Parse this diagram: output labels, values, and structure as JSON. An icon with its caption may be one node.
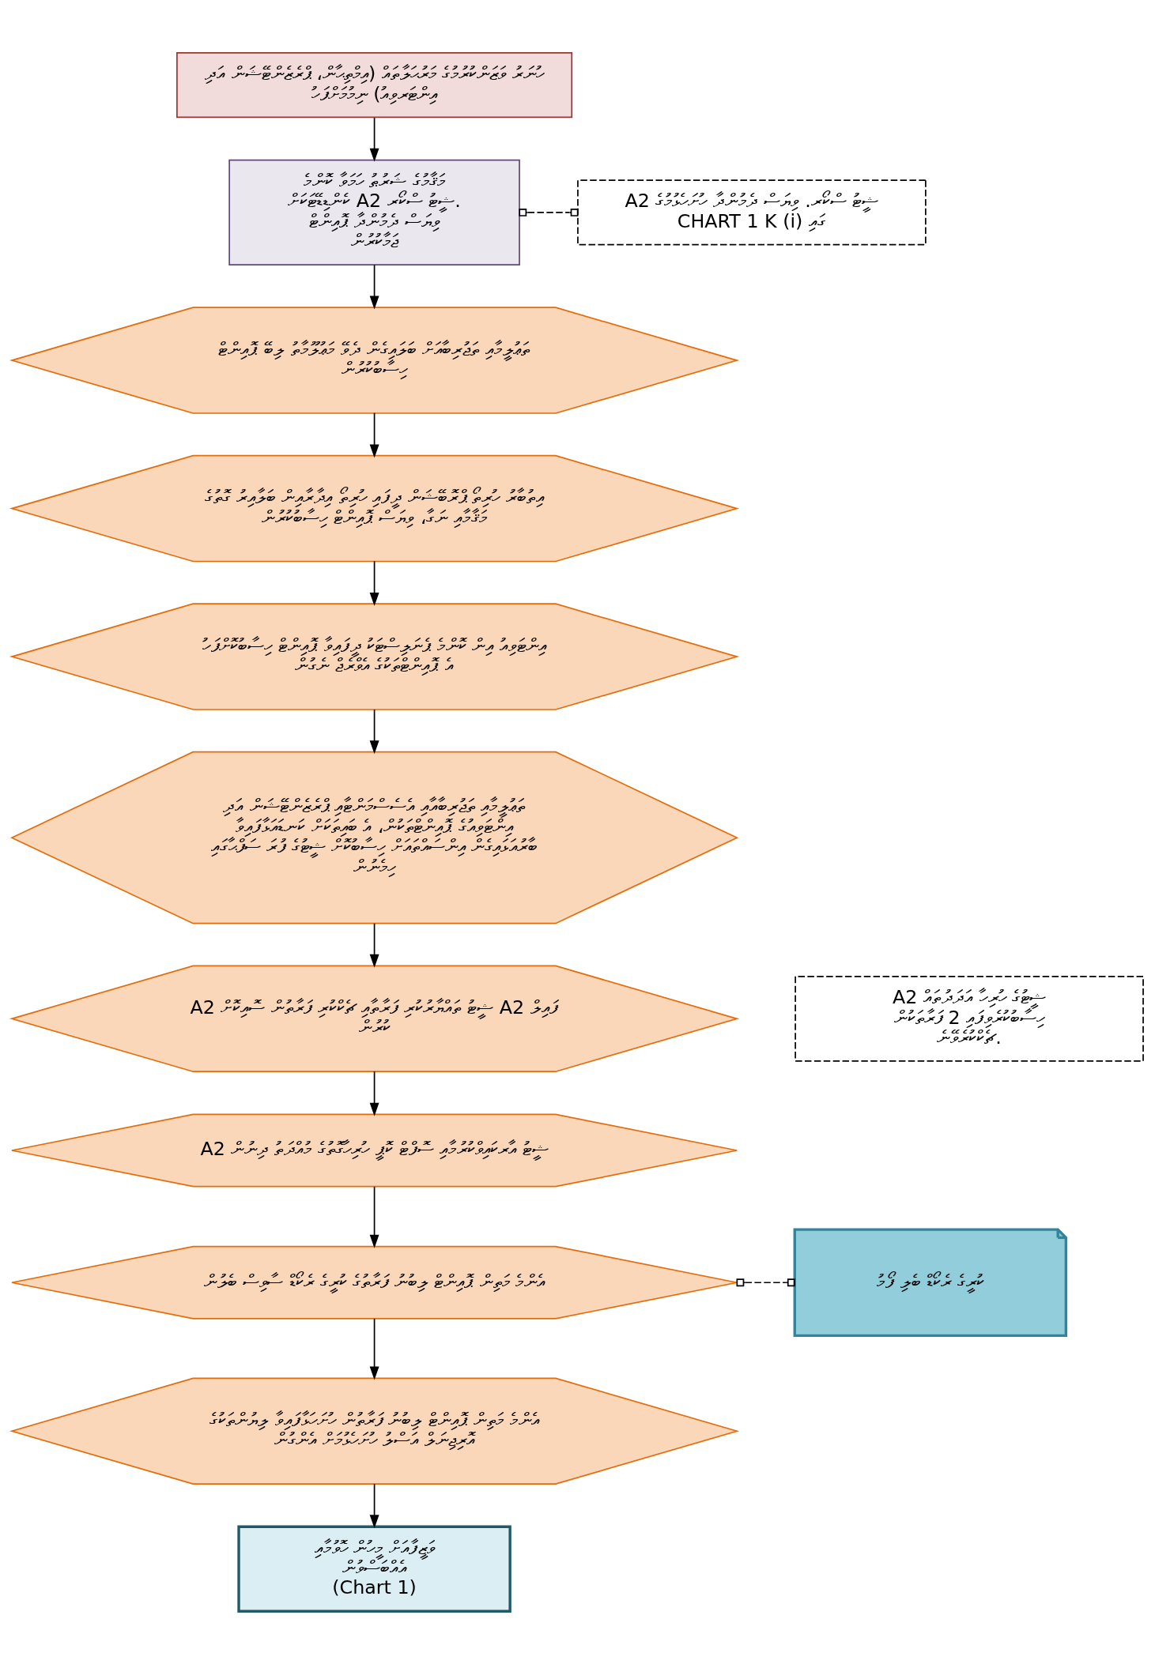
{
  "diagram": {
    "nodes": [
      {
        "text": [
          "ހުނަރު ވަޒަންކުރުމުގެ މަރުޙަލާތައް (އިމްތިޙާން، ޕްރެޒެންޓޭޝަން އަދި އިންޓަރވިއު) ނިމުމަށްފަހު"
        ]
      },
      {
        "text": [
          "މަޤާމުގެ ޝަރުޠު ހަމަވާ ކޮންމެ ކެންޑިޑޭޓަކަށް A2 ޝީޓު ސްކޯރ. ވިޔަސް ދެމުންދާ ޕޮއިންޓް ޖަމާކުރުން"
        ]
      },
      {
        "text": [
          "A2 ޝީޓު ސްކޯރ. ވިޔަސް ދެމުންދާ ހުށަހެޅުމުގެ CHART 1 K (i) ގައި"
        ]
      },
      {
        "text": [
          "ތަޢުލީމާއި ތަޖުރިބާއަށް ބަލައިގެން ދެވޭ މަޢުލޫމާތު ލިބޭ ޕޮއިންޓް ހިސާބުކުރުން"
        ]
      },
      {
        "text": [
          "އިތުބާރު ހުރިތޯ ޕްރޮބޭޝަން ދީފައި ހުރިތޯ އިދާރާއިން ބަލާއިރު ގޮތުގެ މަޤާމާއި ނަގާ، ވިޔަސް ޕޮއިންޓް ހިސާބުކުރުން"
        ]
      },
      {
        "text": [
          "އިންޓަވިއު އިން ކޮންމެ ޕެނަލިސްޓަކު ދީފައިވާ ޕޮއިންޓް ހިސާބުކޮށްފަހު އެ ޕޮއިންޓްތަކުގެ އެވްރެޖް ނެގުން"
        ]
      },
      {
        "text": [
          "ތަޢުލީމާއި ތަޖުރިބާއާއި އެސެސްމަންޓާއި ޕްރެޒެންޓޭޝަން އަދި އިންޓަވިއުގެ ޕޮއިންޓްތަކުން، އެ ބައިތަކަށް ކަނޑައަޅާފައިވާ ބާރުއަޅައިގެން އިންސައްތައަށް ހިސާބުކޮށް ޝީޓުގެ ފުރަ ސަފްޙާގައި ހިމެނުން"
        ]
      },
      {
        "text": [
          "A2 ޝީޓު ތައްޔާރުކުރި ފަރާތާއި ޗެކްކުރި ފަރާތުން ސޮއިކޮށް A2 ފައިލް ކުރުން"
        ]
      },
      {
        "text": [
          "A2 ޝީޓުގެ ހުރިހާ އަދަދުތައް ހިސާބުކުރެވިފައި 2 ފަރާތަކުން ޗެކްކުރެވޭނެ."
        ]
      },
      {
        "text": [
          "A2 ޝީޓު އާރކައިވްކުރުމާއި ސޮފްޓް ކޮޕީ ހުރިހާގޮތުގެ މުއްދަތު ދިނުން"
        ]
      },
      {
        "text": [
          "އެންމެ މަތިން ޕޮއިންޓް ލިބުނު ފަރާތުގެ ކުރީގެ ރެކޯޑް ސާވިސް ބެލުން"
        ]
      },
      {
        "text": [
          "ކުރީގެ ރެކޯޑް ބެލި ފޯމު"
        ]
      },
      {
        "text": [
          "އެންމެ މަތިން ޕޮއިންޓް ލިބުނު ފަރާތުން ހުށަހަޅާފައިވާ ލިޔުންތަކުގެ އޮރިޖިނަލް އަސްލު ހުށަހެޅުމަށް އެންގުން"
        ]
      },
      {
        "text": [
          "ވަޒީފާއަށް މީހުން ހޮވުމާއި އެއްބަސްވުން",
          "(Chart 1)"
        ]
      }
    ],
    "edges": [
      {
        "from": 0,
        "to": 1,
        "arrow": "to"
      },
      {
        "from": 1,
        "to": 2,
        "arrow": "other",
        "style": "dashed"
      },
      {
        "from": 1,
        "to": 3,
        "arrow": "to"
      },
      {
        "from": 3,
        "to": 4,
        "arrow": "to"
      },
      {
        "from": 4,
        "to": 5,
        "arrow": "to"
      },
      {
        "from": 5,
        "to": 6,
        "arrow": "to"
      },
      {
        "from": 6,
        "to": 7,
        "arrow": "to"
      },
      {
        "from": 7,
        "to": 9,
        "arrow": "to"
      },
      {
        "from": 9,
        "to": 10,
        "arrow": "to"
      },
      {
        "from": 10,
        "to": 11,
        "arrow": "other",
        "style": "dashed"
      },
      {
        "from": 10,
        "to": 12,
        "arrow": "to"
      },
      {
        "from": 12,
        "to": 13,
        "arrow": "to"
      }
    ]
  }
}
